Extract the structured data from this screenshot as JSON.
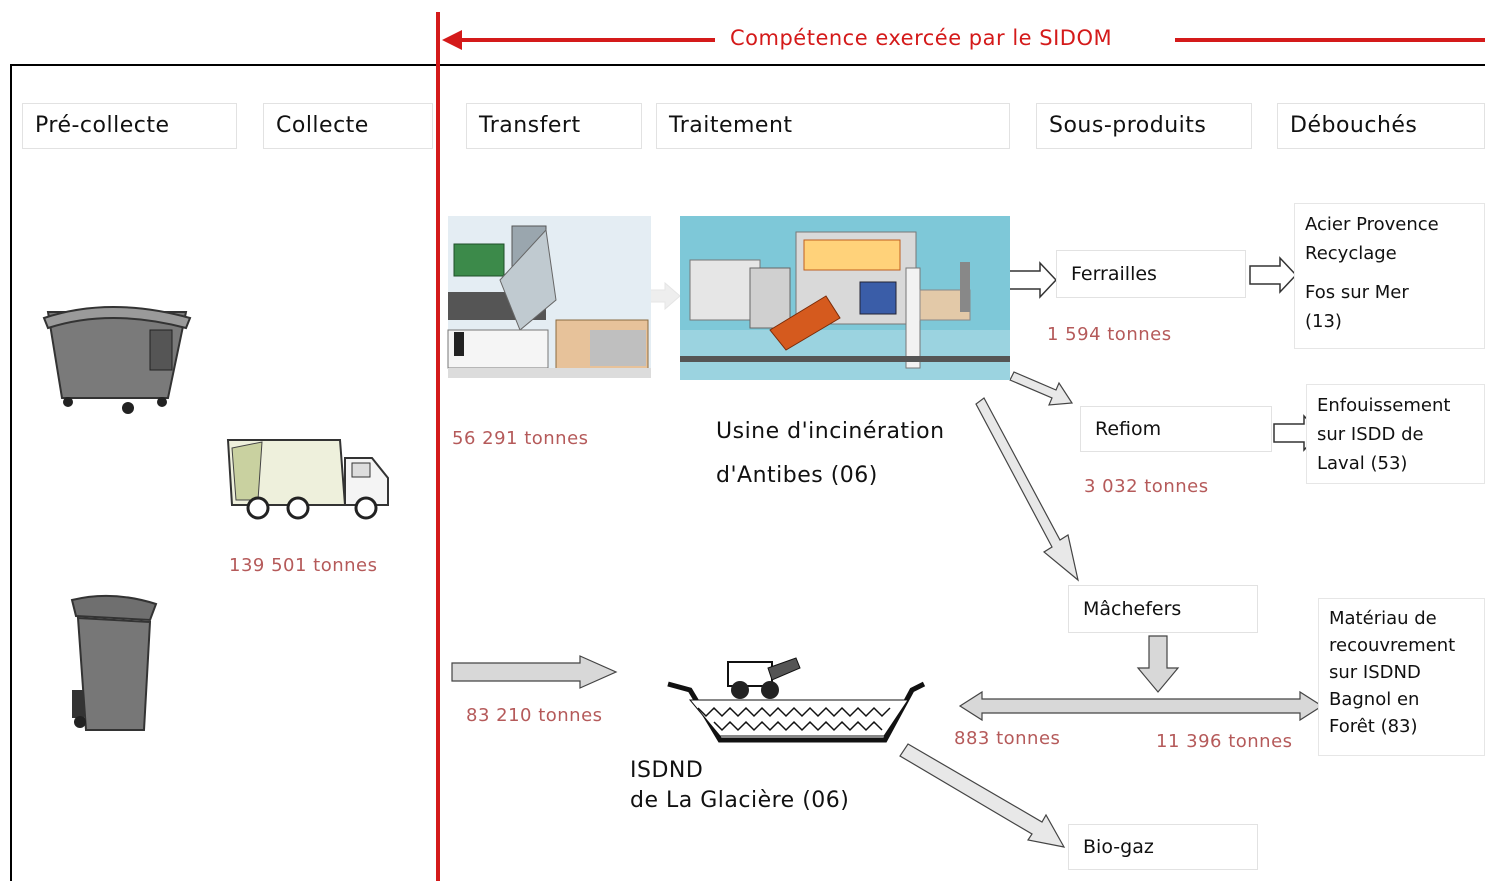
{
  "banner": {
    "text": "Compétence exercée par le SIDOM",
    "color": "#d41a1a"
  },
  "headers": {
    "precollecte": "Pré-collecte",
    "collecte": "Collecte",
    "transfert": "Transfert",
    "traitement": "Traitement",
    "sous_produits": "Sous-produits",
    "debouches": "Débouchés"
  },
  "tonnages": {
    "collecte": "139 501 tonnes",
    "transfert_usine": "56 291 tonnes",
    "transfert_isdnd": "83 210 tonnes",
    "ferrailles": "1 594 tonnes",
    "refiom": "3 032 tonnes",
    "machefers_isdnd": "883 tonnes",
    "machefers_bagnols": "11 396 tonnes"
  },
  "facilities": {
    "usine_line1": "Usine d'incinération",
    "usine_line2": "d'Antibes (06)",
    "isdnd_line1": "ISDND",
    "isdnd_line2": "de La Glacière (06)"
  },
  "byproducts": {
    "ferrailles": "Ferrailles",
    "refiom": "Refiom",
    "machefers": "Mâchefers",
    "biogaz": "Bio-gaz"
  },
  "destinations": {
    "acier_l1": "Acier Provence",
    "acier_l2": "Recyclage",
    "acier_l3": "Fos sur Mer",
    "acier_l4": "(13)",
    "enfouis_l1": "Enfouissement",
    "enfouis_l2": "sur ISDD de",
    "enfouis_l3": "Laval (53)",
    "mat_l1": "Matériau de",
    "mat_l2": "recouvrement",
    "mat_l3": "sur ISDND",
    "mat_l4": "Bagnol en",
    "mat_l5": "Forêt (83)"
  },
  "icons": [
    "container-bin-icon",
    "garbage-truck-icon",
    "wheelie-bin-icon",
    "transfer-station-icon",
    "incinerator-plant-icon",
    "landfill-compactor-icon"
  ],
  "colors": {
    "red": "#d41a1a",
    "tonnage": "#b55a5a",
    "arrow_fill": "#dcdcdc",
    "arrow_stroke": "#555555"
  }
}
